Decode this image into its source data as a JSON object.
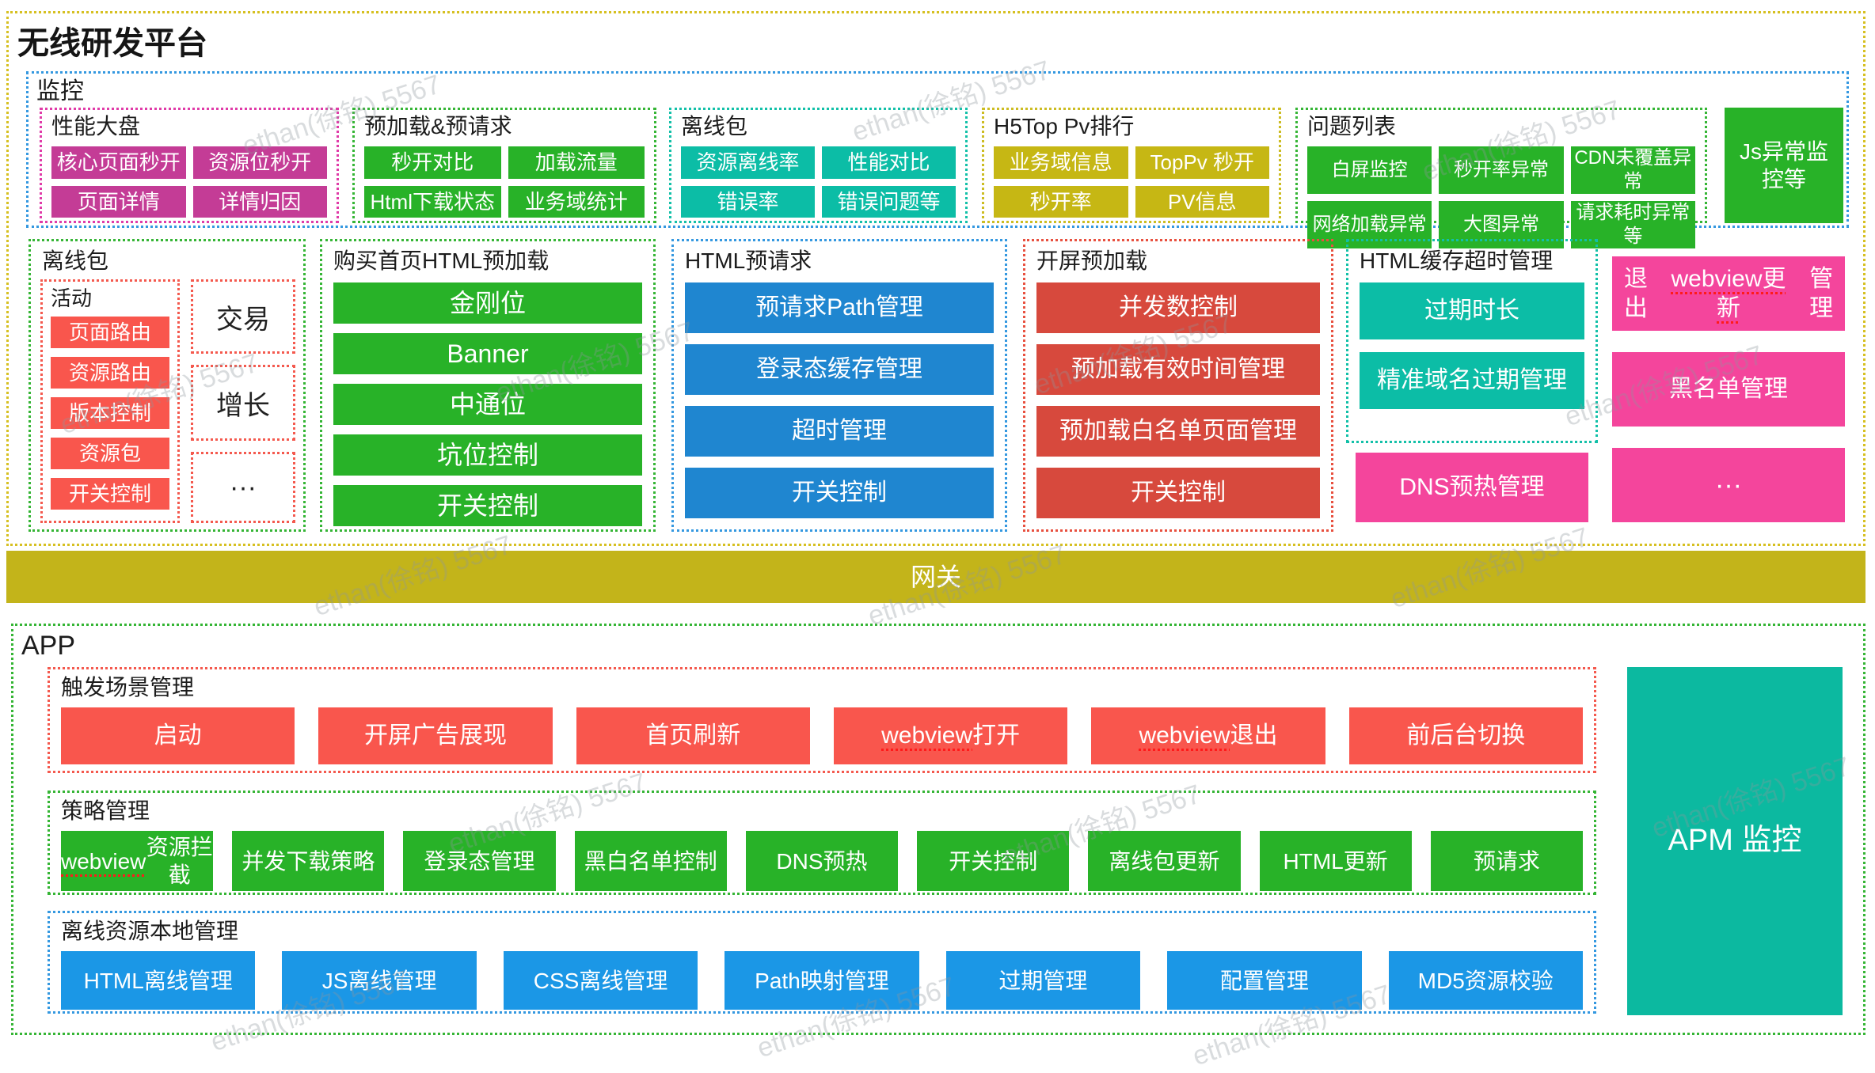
{
  "page": {
    "title": "无线研发平台",
    "watermark": "ethan(徐铭) 5567"
  },
  "monitor": {
    "label": "监控",
    "perf": {
      "label": "性能大盘",
      "boxes": [
        "核心页面秒开",
        "资源位秒开",
        "页面详情",
        "详情归因"
      ]
    },
    "preload": {
      "label": "预加载&预请求",
      "boxes": [
        "秒开对比",
        "加载流量",
        "Html下载状态",
        "业务域统计"
      ]
    },
    "offline": {
      "label": "离线包",
      "boxes": [
        "资源离线率",
        "性能对比",
        "错误率",
        "错误问题等"
      ]
    },
    "h5top": {
      "label": "H5Top Pv排行",
      "boxes": [
        "业务域信息",
        "TopPv 秒开",
        "秒开率",
        "PV信息"
      ]
    },
    "issues": {
      "label": "问题列表",
      "boxes": [
        "白屏监控",
        "秒开率异常",
        "CDN未覆盖异常",
        "网络加载异常",
        "大图异常",
        "请求耗时异常等"
      ]
    },
    "js_box": "Js异常监控等"
  },
  "mid": {
    "offline_pkg": {
      "label": "离线包",
      "activity": {
        "label": "活动",
        "boxes": [
          "页面路由",
          "资源路由",
          "版本控制",
          "资源包",
          "开关控制"
        ]
      },
      "domains": [
        "交易",
        "增长",
        "···"
      ]
    },
    "purchase": {
      "label": "购买首页HTML预加载",
      "boxes": [
        "金刚位",
        "Banner",
        "中通位",
        "坑位控制",
        "开关控制"
      ]
    },
    "prerequest": {
      "label": "HTML预请求",
      "boxes": [
        "预请求Path管理",
        "登录态缓存管理",
        "超时管理",
        "开关控制"
      ]
    },
    "splash": {
      "label": "开屏预加载",
      "boxes": [
        "并发数控制",
        "预加载有效时间管理",
        "预加载白名单页面管理",
        "开关控制"
      ]
    },
    "htmlcache": {
      "label": "HTML缓存超时管理",
      "boxes": [
        "过期时长",
        "精准域名过期管理"
      ]
    },
    "dns_box": "DNS预热管理",
    "right_boxes": [
      "退出webview更新管理",
      "黑名单管理",
      "···"
    ]
  },
  "gateway": {
    "label": "网关"
  },
  "app": {
    "label": "APP",
    "trigger": {
      "label": "触发场景管理",
      "boxes": [
        "启动",
        "开屏广告展现",
        "首页刷新",
        "webview打开",
        "webview退出",
        "前后台切换"
      ]
    },
    "strategy": {
      "label": "策略管理",
      "boxes": [
        "webview资源拦截",
        "并发下载策略",
        "登录态管理",
        "黑白名单控制",
        "DNS预热",
        "开关控制",
        "离线包更新",
        "HTML更新",
        "预请求"
      ]
    },
    "local": {
      "label": "离线资源本地管理",
      "boxes": [
        "HTML离线管理",
        "JS离线管理",
        "CSS离线管理",
        "Path映射管理",
        "过期管理",
        "配置管理",
        "MD5资源校验"
      ]
    },
    "apm": "APM 监控"
  },
  "colors": {
    "outer_border": "#d6c021",
    "monitor_border": "#3498e0",
    "magenta_box": "#c43c96",
    "green_box": "#28b228",
    "teal_box": "#0cbda6",
    "yellow_box": "#c6b714",
    "red_box": "#f9564d",
    "dark_red_box": "#d7493d",
    "blue_box": "#1f86d0",
    "light_blue_box": "#1b97e6",
    "pink_box": "#f4459c",
    "gateway_bar": "#c3b41a",
    "apm_box": "#0cb9a0"
  }
}
